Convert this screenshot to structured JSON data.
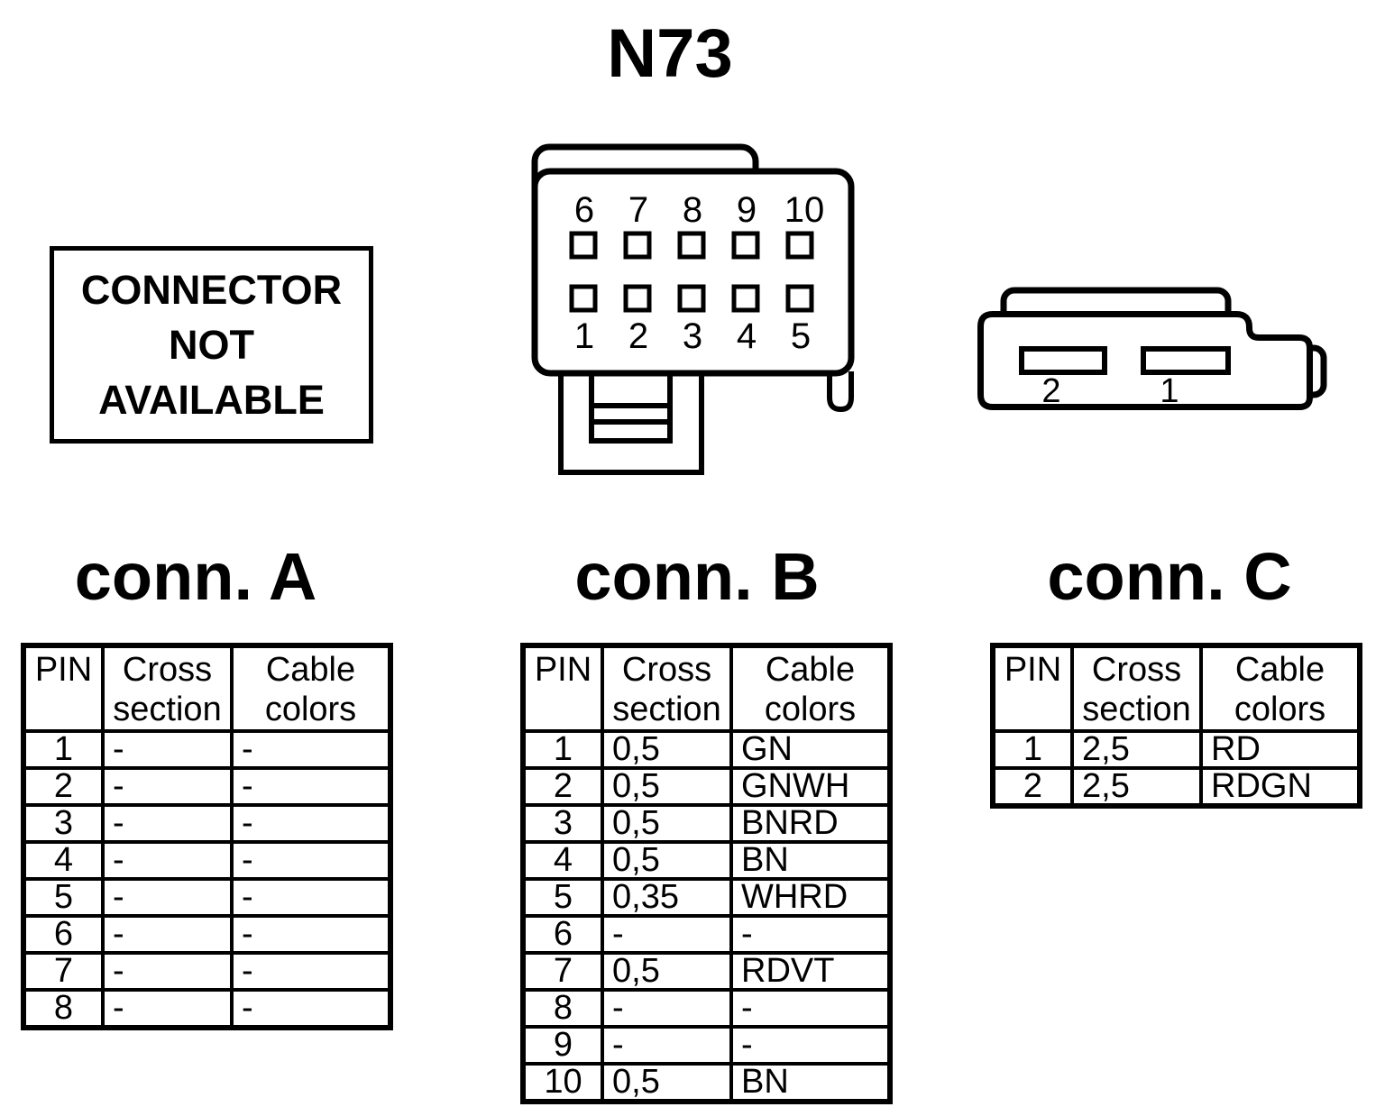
{
  "page_title": "N73",
  "colors": {
    "line": "#000000",
    "background": "#ffffff"
  },
  "not_available_box": {
    "line1": "CONNECTOR",
    "line2": "NOT",
    "line3": "AVAILABLE"
  },
  "connector_b_drawing": {
    "top_pin_labels": [
      "6",
      "7",
      "8",
      "9",
      "10"
    ],
    "bottom_pin_labels": [
      "1",
      "2",
      "3",
      "4",
      "5"
    ]
  },
  "connector_c_drawing": {
    "pin_labels": [
      "2",
      "1"
    ]
  },
  "tables": [
    {
      "title": "conn. A",
      "headers": [
        "PIN",
        "Cross section",
        "Cable colors"
      ],
      "rows": [
        [
          "1",
          "-",
          "-"
        ],
        [
          "2",
          "-",
          "-"
        ],
        [
          "3",
          "-",
          "-"
        ],
        [
          "4",
          "-",
          "-"
        ],
        [
          "5",
          "-",
          "-"
        ],
        [
          "6",
          "-",
          "-"
        ],
        [
          "7",
          "-",
          "-"
        ],
        [
          "8",
          "-",
          "-"
        ]
      ]
    },
    {
      "title": "conn. B",
      "headers": [
        "PIN",
        "Cross section",
        "Cable colors"
      ],
      "rows": [
        [
          "1",
          "0,5",
          "GN"
        ],
        [
          "2",
          "0,5",
          "GNWH"
        ],
        [
          "3",
          "0,5",
          "BNRD"
        ],
        [
          "4",
          "0,5",
          "BN"
        ],
        [
          "5",
          "0,35",
          "WHRD"
        ],
        [
          "6",
          "-",
          "-"
        ],
        [
          "7",
          "0,5",
          "RDVT"
        ],
        [
          "8",
          "-",
          "-"
        ],
        [
          "9",
          "-",
          "-"
        ],
        [
          "10",
          "0,5",
          "BN"
        ]
      ]
    },
    {
      "title": "conn. C",
      "headers": [
        "PIN",
        "Cross section",
        "Cable colors"
      ],
      "rows": [
        [
          "1",
          "2,5",
          "RD"
        ],
        [
          "2",
          "2,5",
          "RDGN"
        ]
      ]
    }
  ]
}
